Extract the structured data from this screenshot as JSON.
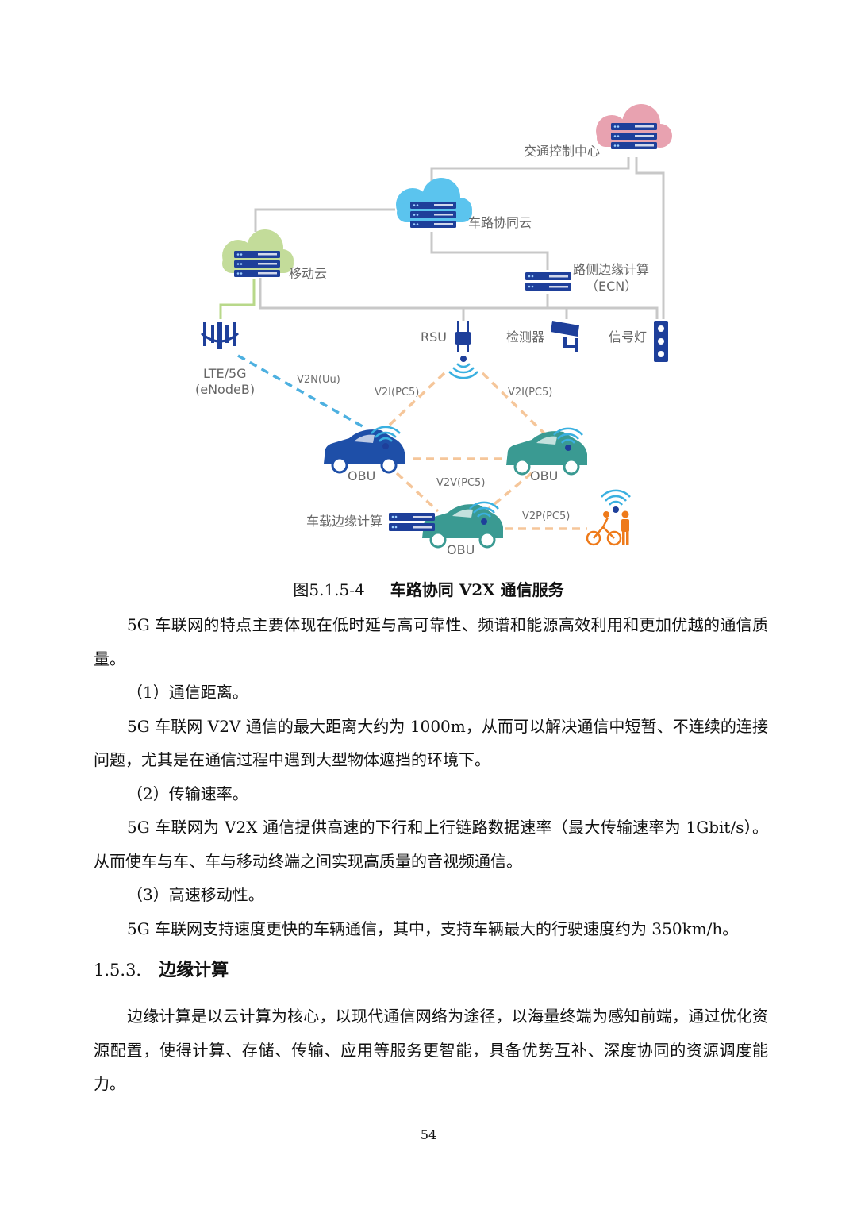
{
  "figure": {
    "labels": {
      "traffic_control_center": "交通控制中心",
      "vehicle_road_cloud": "车路协同云",
      "mobile_cloud": "移动云",
      "roadside_edge_line1": "路侧边缘计算",
      "roadside_edge_line2": "（ECN）",
      "lte_line1": "LTE/5G",
      "lte_line2": "(eNodeB)",
      "rsu": "RSU",
      "detector": "检测器",
      "signal_light": "信号灯",
      "v2n": "V2N(Uu)",
      "v2i_left": "V2I(PC5)",
      "v2i_right": "V2I(PC5)",
      "v2v": "V2V(PC5)",
      "v2p": "V2P(PC5)",
      "obu_left": "OBU",
      "obu_right": "OBU",
      "obu_bottom": "OBU",
      "vehicle_edge": "车载边缘计算"
    },
    "colors": {
      "server_blue": "#1e3f9a",
      "cloud_pink": "#e8a2b0",
      "cloud_blue": "#5bc4ee",
      "cloud_green": "#c3dc9a",
      "line_gray": "#c8c8c8",
      "dash_blue": "#4db0e0",
      "dash_orange": "#f5c69a",
      "car_blue": "#1e4fa8",
      "car_teal": "#3a9a92",
      "person_orange": "#ee7a1a"
    }
  },
  "caption": {
    "number": "图5.1.5-4",
    "title": "车路协同 V2X 通信服务"
  },
  "body": {
    "p1": "5G 车联网的特点主要体现在低时延与高可靠性、频谱和能源高效利用和更加优越的通信质量。",
    "item1": "（1）通信距离。",
    "p2": "5G 车联网 V2V 通信的最大距离大约为 1000m，从而可以解决通信中短暂、不连续的连接问题，尤其是在通信过程中遇到大型物体遮挡的环境下。",
    "item2": "（2）传输速率。",
    "p3": "5G 车联网为 V2X 通信提供高速的下行和上行链路数据速率（最大传输速率为 1Gbit/s）。从而使车与车、车与移动终端之间实现高质量的音视频通信。",
    "item3": "（3）高速移动性。",
    "p4": "5G 车联网支持速度更快的车辆通信，其中，支持车辆最大的行驶速度约为 350km/h。"
  },
  "section": {
    "number": "1.5.3.",
    "title": "边缘计算",
    "p1": "边缘计算是以云计算为核心，以现代通信网络为途径，以海量终端为感知前端，通过优化资源配置，使得计算、存储、传输、应用等服务更智能，具备优势互补、深度协同的资源调度能力。"
  },
  "page_number": "54"
}
